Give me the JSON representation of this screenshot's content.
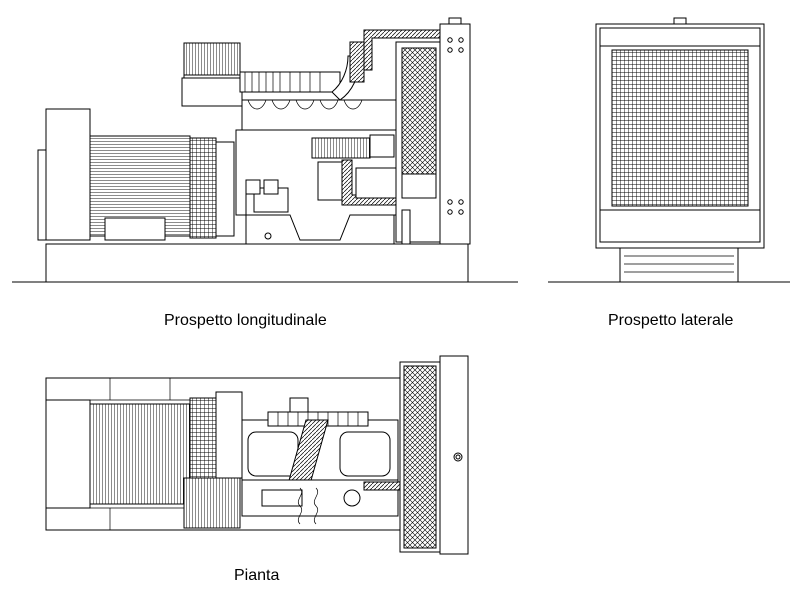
{
  "views": {
    "longitudinal": {
      "caption": "Prospetto longitudinale"
    },
    "lateral": {
      "caption": "Prospetto laterale"
    },
    "plan": {
      "caption": "Pianta"
    }
  }
}
